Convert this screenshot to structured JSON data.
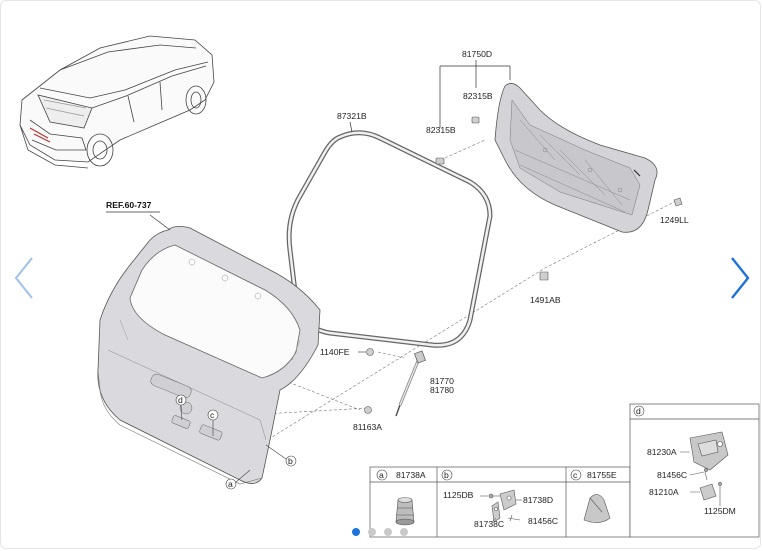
{
  "navigation": {
    "prev_icon": "chevron-left-icon",
    "next_icon": "chevron-right-icon",
    "dot_count": 4,
    "active_index": 0,
    "colors": {
      "prev": "#9fc2ea",
      "next": "#1e73d8",
      "active_dot": "#1e73d8",
      "inactive_dot": "#c9c9c9"
    }
  },
  "labels": {
    "ref": "REF.60-737",
    "p87321B": "87321B",
    "p81750D": "81750D",
    "p82315B_top": "82315B",
    "p82315B_left": "82315B",
    "p1249LL": "1249LL",
    "p1491AB": "1491AB",
    "p1140FE": "1140FE",
    "p81770": "81770",
    "p81780": "81780",
    "p81163A": "81163A"
  },
  "callouts": {
    "a": "a",
    "b": "b",
    "c": "c",
    "d": "d"
  },
  "detail_boxes": {
    "a": {
      "letter": "a",
      "part": "81738A"
    },
    "b": {
      "letter": "b",
      "parts": [
        "1125DB",
        "81738D",
        "81738C",
        "81456C"
      ]
    },
    "c": {
      "letter": "c",
      "part": "81755E"
    },
    "d": {
      "letter": "d",
      "parts": [
        "81230A",
        "81456C",
        "81210A",
        "1125DM"
      ]
    }
  }
}
